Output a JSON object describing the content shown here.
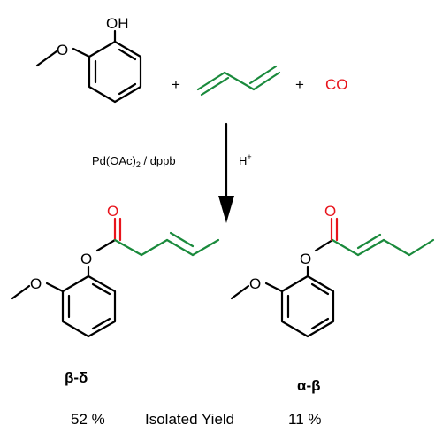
{
  "colors": {
    "black": "#000000",
    "green": "#1a8a3c",
    "red": "#e8141c"
  },
  "atoms": {
    "oh": "OH",
    "o": "O"
  },
  "plus": "+",
  "co": "CO",
  "conditions": {
    "catalyst": "Pd(OAc)",
    "catalyst_sub": "2",
    "catalyst_rest": " / dppb",
    "acid": "H",
    "acid_sup": "+"
  },
  "products": {
    "left_name": "β-δ",
    "right_name": "α-β"
  },
  "yields": {
    "left": "52 %",
    "label": "Isolated Yield",
    "right": "11 %"
  }
}
